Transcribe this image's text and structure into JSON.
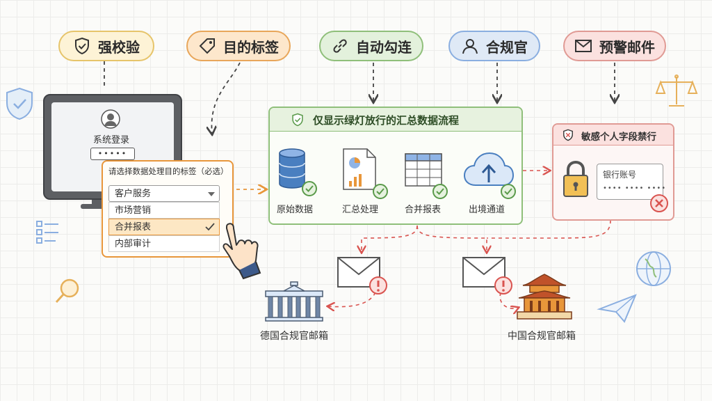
{
  "pills": {
    "strong_check": "强校验",
    "purpose_tag": "目的标签",
    "auto_link": "自动勾连",
    "compliance_officer": "合规官",
    "alert_email": "预警邮件"
  },
  "login": {
    "title": "系统登录",
    "password_mask": "•••••"
  },
  "purpose_dropdown": {
    "header": "请选择数据处理目的标签（必选）",
    "selected_value": "客户服务",
    "options": [
      "市场营销",
      "合并报表",
      "内部审计"
    ],
    "highlighted_option": "合并报表"
  },
  "flow_panel": {
    "title": "仅显示绿灯放行的汇总数据流程",
    "steps": [
      "原始数据",
      "汇总处理",
      "合并报表",
      "出境通道"
    ]
  },
  "block_panel": {
    "title": "敏感个人字段禁行",
    "field_label": "银行账号",
    "field_mask": "•••• •••• ••••"
  },
  "mailboxes": {
    "germany": "德国合规官邮箱",
    "china": "中国合规官邮箱"
  },
  "colors": {
    "green": "#5a9a4a",
    "orange": "#e8963a",
    "red": "#d9534f",
    "blue": "#4a7fc0"
  }
}
